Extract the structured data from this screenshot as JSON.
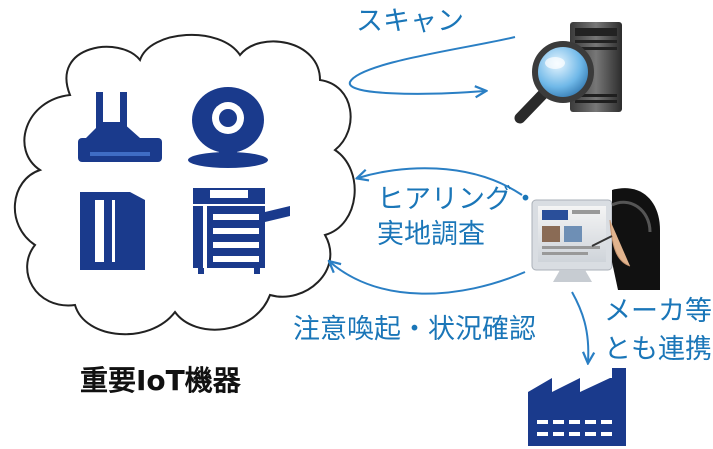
{
  "labels": {
    "scan": "スキャン",
    "hearing_line1": "ヒアリング・",
    "hearing_line2": "実地調査",
    "alert": "注意喚起・状況確認",
    "maker_line1": "メーカ等",
    "maker_line2": "とも連携",
    "title": "重要IoT機器"
  },
  "icons": {
    "router": "router-icon",
    "camera": "webcam-icon",
    "server": "server-tower-icon",
    "printer": "multifunction-printer-icon",
    "scanner": "server-magnifier-icon",
    "operator": "operator-monitor-icon",
    "factory": "factory-icon"
  },
  "colors": {
    "device_navy": "#1a3a8c",
    "arrow_blue": "#2a7fc4",
    "text_blue": "#1a76b8",
    "title_black": "#111111",
    "cloud_outline": "#222222"
  }
}
